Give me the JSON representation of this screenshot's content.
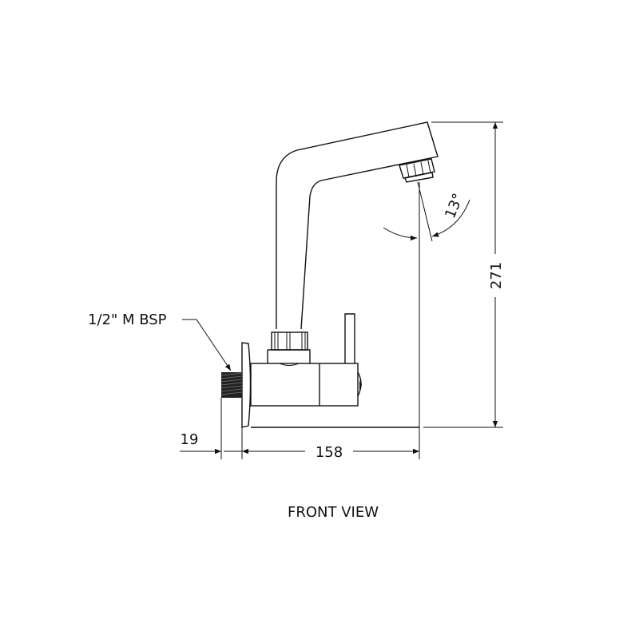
{
  "drawing": {
    "view_title": "FRONT VIEW",
    "thread_label": "1/2\" M BSP",
    "dimensions": {
      "height": "271",
      "reach": "158",
      "thread_length": "19",
      "spout_angle": "13°"
    }
  }
}
